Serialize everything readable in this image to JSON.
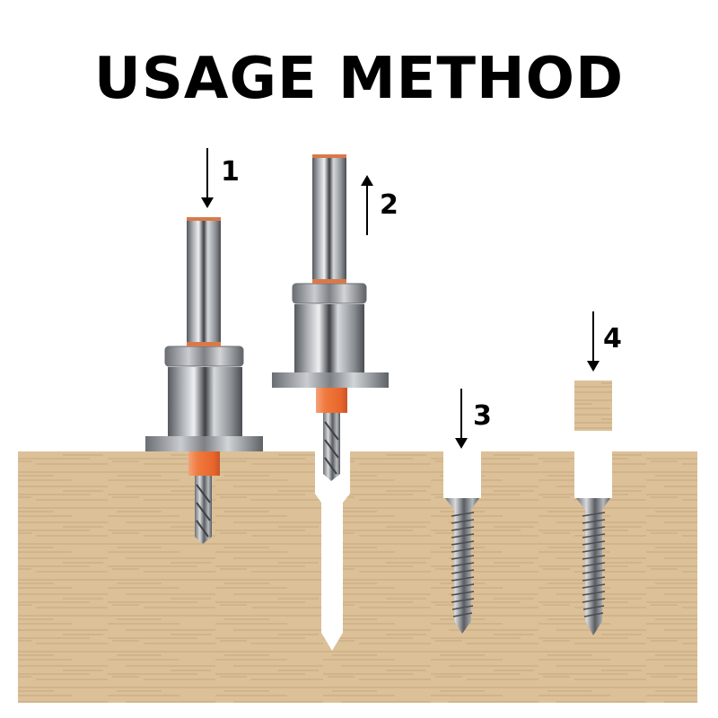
{
  "title": "USAGE METHOD",
  "steps": [
    {
      "number": "1",
      "direction": "down",
      "description": "countersink-bit-plunged-into-wood"
    },
    {
      "number": "2",
      "direction": "up",
      "description": "countersink-bit-withdrawn-leaving-pilot-hole"
    },
    {
      "number": "3",
      "direction": "down",
      "description": "screw-driven-into-counterbored-hole"
    },
    {
      "number": "4",
      "direction": "down",
      "description": "wood-plug-inserted-over-screw"
    }
  ],
  "colors": {
    "background": "#ffffff",
    "text": "#000000",
    "wood": "#dcc098",
    "wood_grain": "#b89a70",
    "steel_dark": "#5a5d62",
    "steel_light": "#e6e8ea",
    "accent_orange": "#f07a3e",
    "copper_ring": "#d9794a"
  }
}
